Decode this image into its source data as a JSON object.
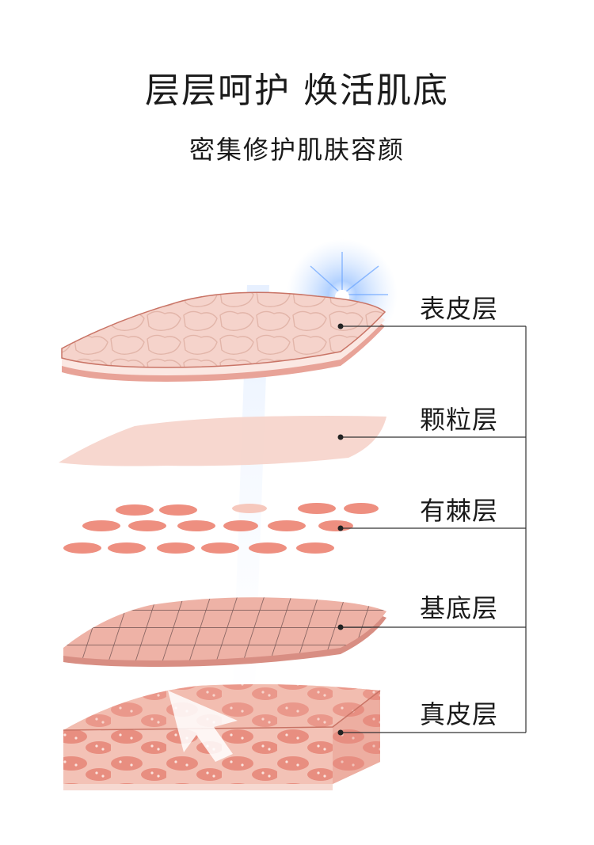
{
  "header": {
    "title": "层层呵护 焕活肌底",
    "subtitle": "密集修护肌肤容颜"
  },
  "layers": [
    {
      "label": "表皮层"
    },
    {
      "label": "颗粒层"
    },
    {
      "label": "有棘层"
    },
    {
      "label": "基底层"
    },
    {
      "label": "真皮层"
    }
  ],
  "colors": {
    "skin_light": "#f6d9d1",
    "skin_mid": "#f0b8ab",
    "skin_dark": "#c97466",
    "cell_pink": "#ee8f80",
    "leader_line": "#333333",
    "glow_blue": "#7fb4ff"
  }
}
